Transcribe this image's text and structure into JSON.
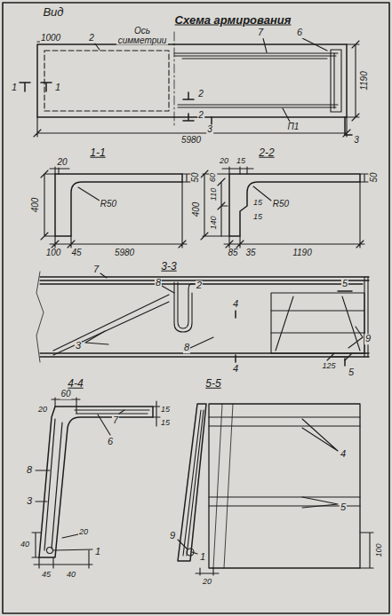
{
  "diagram": {
    "title": "Схема армирования",
    "labels": [
      "Вид",
      "1000",
      "2",
      "Ось симметрии",
      "7",
      "6",
      "1190",
      "1",
      "1",
      "2",
      "2",
      "3",
      "П1",
      "5980",
      "3",
      "1-1",
      "20",
      "400",
      "50",
      "R50",
      "100",
      "45",
      "5980",
      "2-2",
      "20",
      "15",
      "60",
      "400",
      "110",
      "15",
      "140",
      "15",
      "50",
      "R50",
      "85",
      "35",
      "1190",
      "3-3",
      "7",
      "8",
      "2",
      "4",
      "5",
      "3",
      "8",
      "4",
      "125",
      "9",
      "5",
      "4-4",
      "60",
      "20",
      "7",
      "15",
      "15",
      "6",
      "8",
      "3",
      "40",
      "20",
      "1",
      "45",
      "40",
      "5-5",
      "4",
      "5",
      "9",
      "1",
      "20",
      "100"
    ]
  }
}
